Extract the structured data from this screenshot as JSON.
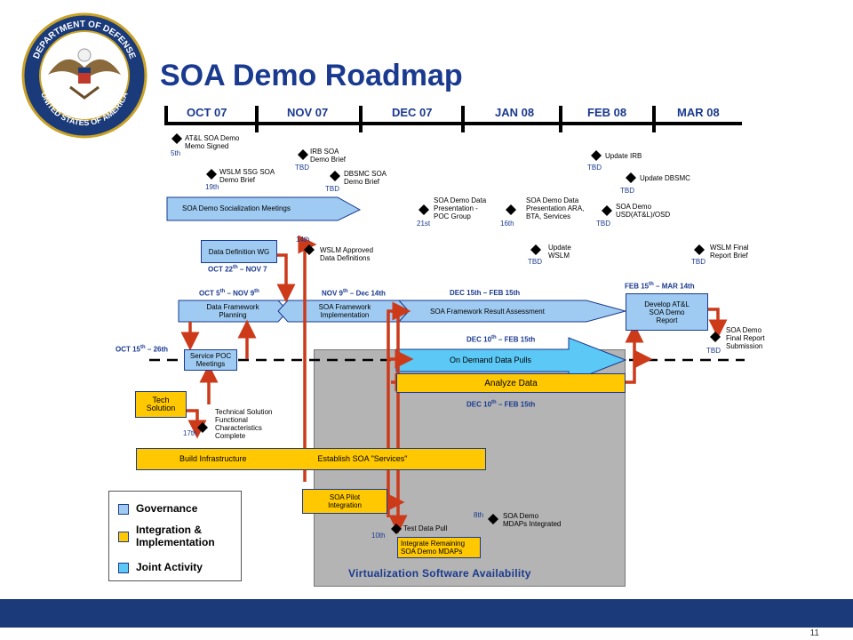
{
  "header": {
    "title": "SOA Demo Roadmap",
    "seal_text": "DEPARTMENT OF DEFENSE · UNITED STATES OF AMERICA"
  },
  "timeline": {
    "months": [
      "OCT 07",
      "NOV 07",
      "DEC 07",
      "JAN 08",
      "FEB 08",
      "MAR 08"
    ]
  },
  "milestones": {
    "m1": {
      "label": [
        "AT&L SOA Demo",
        "Memo Signed"
      ],
      "date": "5th"
    },
    "m2": {
      "label": [
        "WSLM SSG SOA",
        "Demo Brief"
      ],
      "date": "19th"
    },
    "m3": {
      "label": [
        "IRB SOA",
        "Demo Brief"
      ],
      "date": "TBD"
    },
    "m4": {
      "label": [
        "DBSMC SOA",
        "Demo Brief"
      ],
      "date": "TBD"
    },
    "m5": {
      "label": [
        "SOA Demo Data",
        "Presentation -",
        "POC Group"
      ],
      "date": "21st"
    },
    "m6": {
      "label": [
        "SOA Demo Data",
        "Presentation ARA,",
        "BTA, Services"
      ],
      "date": "16th"
    },
    "m7": {
      "label": [
        "Update IRB"
      ],
      "date": "TBD"
    },
    "m8": {
      "label": [
        "Update DBSMC"
      ],
      "date": "TBD"
    },
    "m9": {
      "label": [
        "SOA Demo",
        "USD(AT&L)/OSD"
      ],
      "date": "TBD"
    },
    "m10": {
      "label": [
        "WSLM Approved",
        "Data Definitions"
      ],
      "date": "14th"
    },
    "m11": {
      "label": [
        "Update",
        "WSLM"
      ],
      "date": "TBD"
    },
    "m12": {
      "label": [
        "WSLM Final",
        "Report Brief"
      ],
      "date": "TBD"
    },
    "m13": {
      "label": [
        "SOA Demo",
        "Final Report",
        "Submission"
      ],
      "date": "TBD"
    },
    "m14": {
      "label": [
        "Technical Solution",
        "Functional",
        "Characteristics",
        "Complete"
      ],
      "date": "17th"
    },
    "m15": {
      "label": [
        "Test Data Pull"
      ],
      "date": "10th"
    },
    "m16": {
      "label": [
        "SOA Demo",
        "MDAPs Integrated"
      ],
      "date": "8th"
    }
  },
  "boxes": {
    "socialization": "SOA Demo Socialization Meetings",
    "data_def_wg": "Data Definition WG",
    "data_framework_planning": [
      "Data Framework",
      "Planning"
    ],
    "soa_framework_impl": [
      "SOA Framework",
      "Implementation"
    ],
    "soa_framework_result": "SOA Framework Result Assessment",
    "develop_report": [
      "Develop AT&L",
      "SOA Demo",
      "Report"
    ],
    "service_poc": [
      "Service POC",
      "Meetings"
    ],
    "on_demand": "On Demand Data Pulls",
    "analyze_data": "Analyze Data",
    "tech_solution": [
      "Tech",
      "Solution"
    ],
    "build_infra": "Build Infrastructure",
    "establish_soa": "Establish SOA \"Services\"",
    "soa_pilot": [
      "SOA Pilot",
      "Integration"
    ],
    "integrate_remaining": [
      "Integrate Remaining",
      "SOA Demo MDAPs"
    ],
    "virtualization": "Virtualization Software Availability"
  },
  "ranges": {
    "oct22_nov7": [
      "OCT 22",
      "th",
      " – NOV 7"
    ],
    "oct5_nov9": [
      "OCT 5",
      "th",
      " – NOV 9",
      "th"
    ],
    "nov9_dec14": [
      "NOV 9",
      "th",
      " – Dec 14th"
    ],
    "dec15_feb15a": [
      "DEC 15th – FEB 15th"
    ],
    "feb15_mar14": [
      "FEB 15",
      "th",
      " – MAR 14th"
    ],
    "oct15_26": [
      "OCT 15",
      "th",
      " – 26th"
    ],
    "dec10_feb15a": [
      "DEC 10",
      "th",
      " – FEB 15th"
    ],
    "dec10_feb15b": [
      "DEC 10",
      "th",
      " – FEB 15th"
    ]
  },
  "legend": {
    "governance": "Governance",
    "integration": [
      "Integration &",
      "Implementation"
    ],
    "joint": "Joint Activity"
  },
  "colors": {
    "navy": "#1a3a8f",
    "light_blue": "#9fcbf2",
    "cyan_arrow": "#5bc8f5",
    "yellow": "#ffc800",
    "red_arrow": "#cc3a1a",
    "gray_area": "#b4b4b4"
  },
  "footer": {
    "page_number": "11"
  }
}
